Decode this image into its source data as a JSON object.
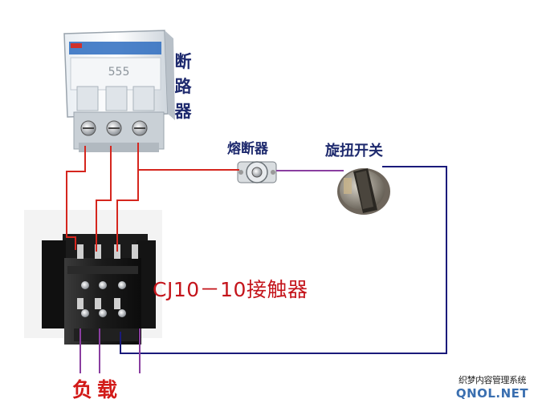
{
  "labels": {
    "breaker": "断路器",
    "fuse": "熔断器",
    "rotary_switch": "旋扭开关",
    "contactor": "CJ10－10接触器",
    "load": "负载"
  },
  "watermark": {
    "line1": "织梦内容管理系统",
    "line2": "QNOL.NET"
  },
  "colors": {
    "phase_wire": "#d5261e",
    "neutral_wire": "#1a1a7a",
    "load_wire": "#8a3ea0",
    "breaker_label": "#1e2a6e",
    "contactor_label": "#c4141b",
    "load_label": "#d21a18"
  }
}
